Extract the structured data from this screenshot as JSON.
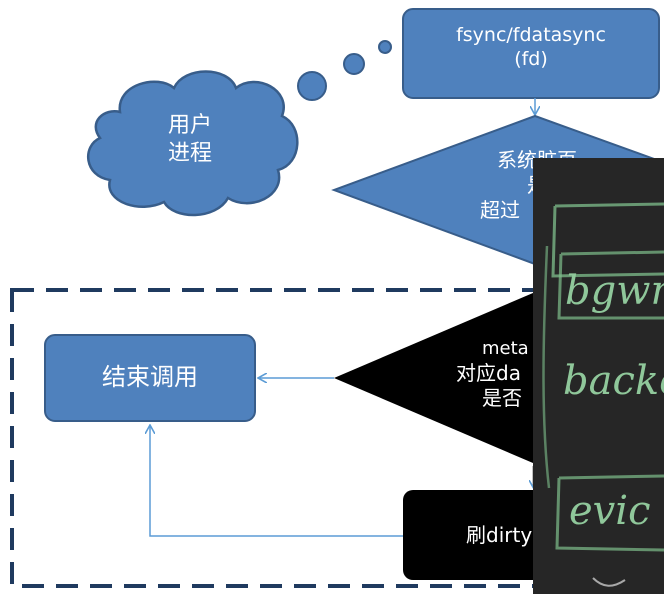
{
  "diagram": {
    "fsync_box": {
      "line1": "fsync/fdatasync",
      "line2": "(fd)"
    },
    "user_process_cloud": {
      "line1": "用户",
      "line2": "进程"
    },
    "dirty_page_check": {
      "line1": "系统脏页",
      "line2": "是",
      "line3": "超过"
    },
    "end_call_box": {
      "label": "结束调用"
    },
    "metadata_check": {
      "line1": "meta",
      "line2": "对应da",
      "line3": "是否"
    },
    "flush_box": {
      "label": "刷dirty"
    },
    "colors": {
      "box_fill": "#4f81bd",
      "box_stroke": "#385d8a",
      "black_shape": "#000000",
      "dashed_border": "#1f3a5f",
      "arrow": "#5b9bd5",
      "chalk": "#8fc79a"
    }
  },
  "photo": {
    "chalk_words": [
      "bgwr",
      "backe",
      "evic"
    ]
  }
}
